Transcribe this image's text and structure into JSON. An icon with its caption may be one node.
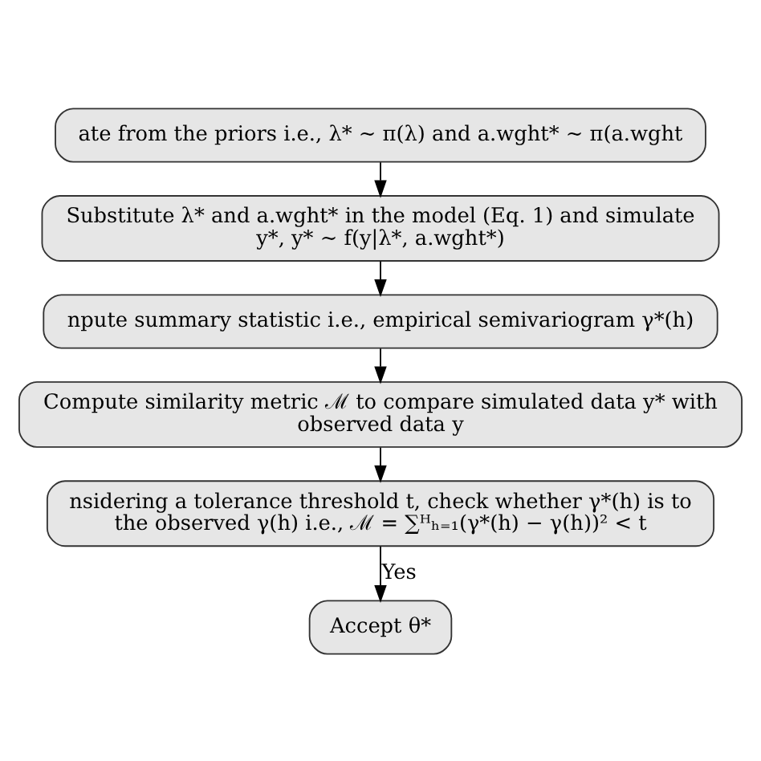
{
  "diagram": {
    "nodes": [
      {
        "text": [
          "ate from the priors i.e., λ* ∼ π(λ) and a.wght* ∼ π(a.wght"
        ]
      },
      {
        "text": [
          "Substitute λ* and a.wght* in the model (Eq. 1) and simulate y*, y* ∼ f(y|λ*, a.wght*)"
        ]
      },
      {
        "text": [
          "npute summary statistic i.e., empirical semivariogram γ*(h)"
        ]
      },
      {
        "text": [
          "Compute similarity metric ℳ to compare simulated data y* with observed data y"
        ]
      },
      {
        "text": [
          "nsidering a tolerance threshold t, check whether γ*(h) is to the observed γ(h) i.e., ℳ = ∑ᴴₕ₌₁(γ*(h) − γ(h))² < t"
        ]
      },
      {
        "text": [
          "Accept θ*"
        ]
      }
    ],
    "edges": [
      {
        "from": 0,
        "to": 1,
        "arrow": "to"
      },
      {
        "from": 1,
        "to": 2,
        "arrow": "to"
      },
      {
        "from": 2,
        "to": 3,
        "arrow": "to"
      },
      {
        "from": 3,
        "to": 4,
        "arrow": "to"
      },
      {
        "from": 4,
        "to": 5,
        "arrow": "to",
        "label": "Yes"
      }
    ]
  }
}
